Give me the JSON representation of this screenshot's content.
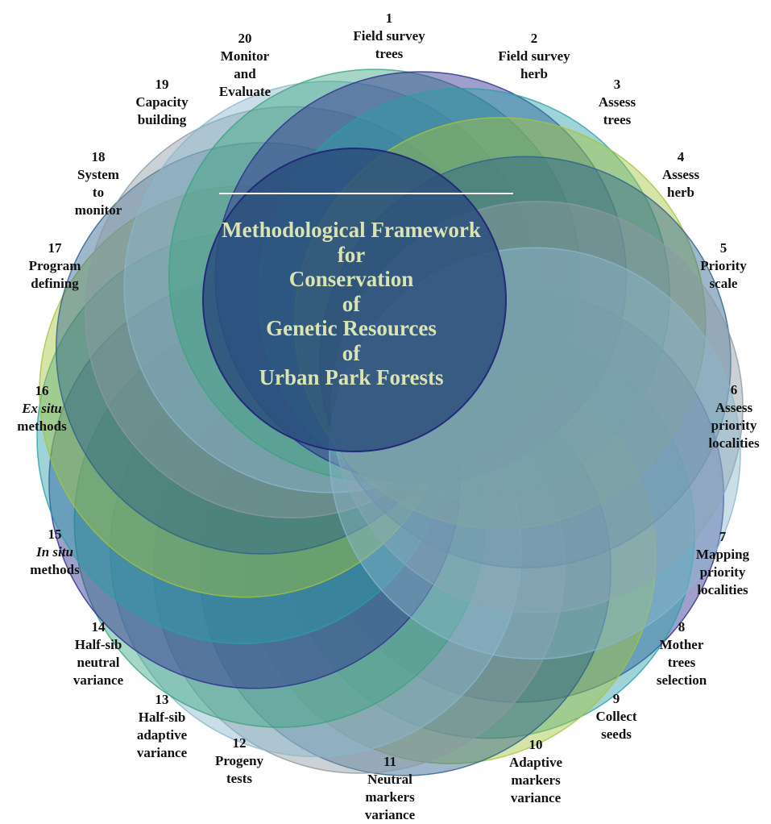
{
  "diagram": {
    "title_lines": [
      "Methodological Framework",
      "for",
      "Conservation",
      "of",
      "Genetic Resources",
      "of",
      "Urban Park Forests"
    ],
    "petal_colors": [
      "#2a2a8f",
      "#27a0a6",
      "#a5c43b",
      "#2a5f8a",
      "#8b9aa2",
      "#8ab6cc",
      "#3aa37e"
    ],
    "center_color": "#2b4f7c",
    "title_color": "#d9e4b2",
    "steps": [
      {
        "number": "1",
        "label": [
          "Field survey",
          "trees"
        ]
      },
      {
        "number": "2",
        "label": [
          "Field survey",
          "herb"
        ]
      },
      {
        "number": "3",
        "label": [
          "Assess",
          "trees"
        ]
      },
      {
        "number": "4",
        "label": [
          "Assess",
          "herb"
        ]
      },
      {
        "number": "5",
        "label": [
          "Priority",
          "scale"
        ]
      },
      {
        "number": "6",
        "label": [
          "Assess",
          "priority",
          "localities"
        ]
      },
      {
        "number": "7",
        "label": [
          "Mapping",
          "priority",
          "localities"
        ]
      },
      {
        "number": "8",
        "label": [
          "Mother",
          "trees",
          "selection"
        ]
      },
      {
        "number": "9",
        "label": [
          "Collect",
          "seeds"
        ]
      },
      {
        "number": "10",
        "label": [
          "Adaptive",
          "markers",
          "variance"
        ]
      },
      {
        "number": "11",
        "label": [
          "Neutral",
          "markers",
          "variance"
        ]
      },
      {
        "number": "12",
        "label": [
          "Progeny",
          "tests"
        ]
      },
      {
        "number": "13",
        "label": [
          "Half-sib",
          "adaptive",
          "variance"
        ]
      },
      {
        "number": "14",
        "label": [
          "Half-sib",
          "neutral",
          "variance"
        ]
      },
      {
        "number": "15",
        "label": [
          "In situ",
          "methods"
        ]
      },
      {
        "number": "16",
        "label": [
          "Ex situ",
          "methods"
        ]
      },
      {
        "number": "17",
        "label": [
          "Program",
          "defining"
        ]
      },
      {
        "number": "18",
        "label": [
          "System",
          "to",
          "monitor"
        ]
      },
      {
        "number": "19",
        "label": [
          "Capacity",
          "building"
        ]
      },
      {
        "number": "20",
        "label": [
          "Monitor",
          "and",
          "Evaluate"
        ]
      }
    ]
  }
}
